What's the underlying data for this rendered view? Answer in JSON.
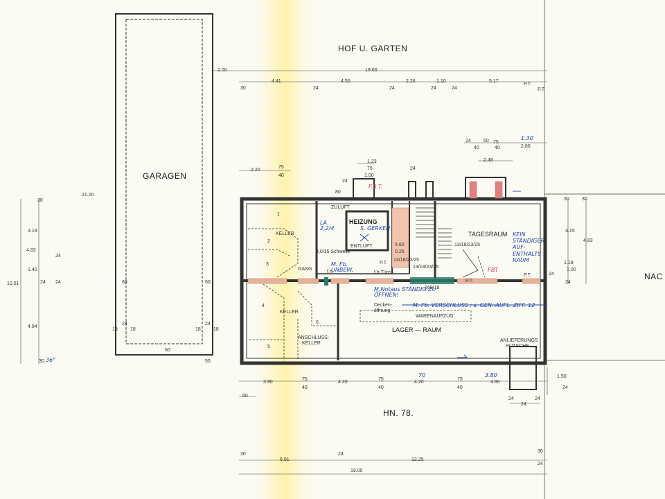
{
  "colors": {
    "paper": "#fbfaf3",
    "wall": "#333333",
    "door": "#e8b29a",
    "ink": "#1f47a8",
    "red": "#c43d3d",
    "fire": "#2a7a6a"
  },
  "labels": {
    "hof": "HOF U. GARTEN",
    "garagen": "GARAGEN",
    "heizung": "HEIZUNG",
    "entlueft": "ENTLÜFT.",
    "zuluft": "ZULUFT",
    "tagesraum": "TAGESRAUM",
    "keller_a": "KELLER",
    "keller_b": "KELLER",
    "gang": "GANG",
    "anschluss_1": "ANSCHLUSS-",
    "anschluss_2": "KELLER",
    "deckenoeffnung_1": "Decken-",
    "deckenoeffnung_2": "öffnung",
    "warenaufzug": "WARENAUFZUG",
    "lager": "LAGER — RAUM",
    "anlieferung_1": "ANLIEFERUNGS",
    "anlieferung_2": "RUTSCHE",
    "street": "HN. 78.",
    "nach": "NAC",
    "schwelle": "3,0/15 Schwelle",
    "ftuere": "f.h.Türe",
    "room_1": "1",
    "room_2": "2",
    "room_3": "3",
    "room_4": "4",
    "room_5": "5",
    "room_6": "6",
    "pt1": "P.T.",
    "pt2": "P.T.",
    "pt3": "P.T.",
    "pt4": "P.T.",
    "fh": "f.h.",
    "stair1": "13/18/23/25",
    "stair2": "13/18/23/25",
    "stair3": "13/18/23/25",
    "fenster": "260/18"
  },
  "notes": {
    "kein": "KEIN STÄNDIGER AUF- ENTHALTS RAUM",
    "sgerken": "S. GERKEN",
    "la": "LA. 2,2/4",
    "fbunbew": "M. Fb. UNBEW.",
    "notaus": "M.Notaus STÄNDIG ZU ÖFFNEN!",
    "versch": "M. Fb. VERSCHLUSS ; s. GEN.-AUFL. ZIFF. 12",
    "n36": "36°",
    "n130": "1.30",
    "n380": "3.80",
    "n70": "70",
    "fbt": "FBT",
    "fbt2": "F.B.T."
  },
  "dims": {
    "top_2_00": "2.00",
    "top_19_00": "19.00",
    "t30": "30",
    "t441": "4.41",
    "t24a": "24",
    "t450": "4.50",
    "t24b": "24",
    "t226": "2.26",
    "t24c": "24",
    "t110": "1.10",
    "t24d": "24",
    "t517": "5.17",
    "pt": "P.T.",
    "r24a": "24",
    "r40a": "40",
    "r50": "50",
    "r75": "75",
    "r40b": "40",
    "r280": "2.80",
    "d248": "2.48",
    "d123": "1.23",
    "d75": "75",
    "d100": "1.00",
    "d24e": "24",
    "d24f": "24",
    "d220": "2.20",
    "d75b": "75",
    "d40c": "40",
    "d80": "80",
    "side_2120": "21.20",
    "l30": "30",
    "l319": "3.19",
    "l483": "4.83",
    "l24": "24",
    "l140": "1.40",
    "l1051": "10.51",
    "l24b": "24",
    "l24c": "24",
    "l484": "4.84",
    "l30b": "30",
    "g60a": "60",
    "g60b": "60",
    "g18a": "18",
    "g24a": "24",
    "g18b": "18",
    "g18c": "18",
    "g24b": "24",
    "g18d": "18",
    "g60c": "60",
    "g50": "50",
    "rr30a": "30",
    "rr30b": "30",
    "rr315": "3.15",
    "rr483": "4.83",
    "rr119": "1.19",
    "rr100": "1.00",
    "rr24": "24",
    "rr24b": "24",
    "b390": "3.90",
    "b75a": "75",
    "b40a": "40",
    "b420": "4.20",
    "b75b": "75",
    "b40b": "40",
    "b420b": "4.20",
    "b75c": "75",
    "b40c": "40",
    "b480": "4.80",
    "b150": "1.50",
    "b24": "24",
    "b24b": "24",
    "b24c": "24",
    "b24d": "24",
    "b50": "50",
    "b30": "30",
    "bb30": "30",
    "bb591": "5.91",
    "bb24": "24",
    "bb1225": "12.25",
    "bb24b": "24",
    "bb1900": "19.00",
    "k8_60": "5.60",
    "k025": "0.25"
  }
}
